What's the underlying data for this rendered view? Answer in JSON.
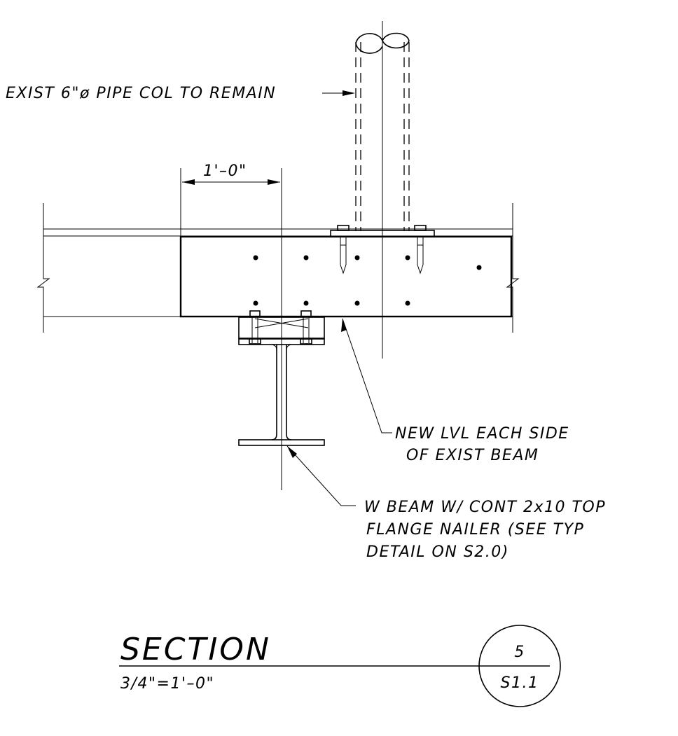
{
  "labels": {
    "pipe_column": "EXIST 6\"ø PIPE COL TO REMAIN",
    "dimension": "1'–0\"",
    "lvl_line1": "NEW LVL EACH SIDE",
    "lvl_line2": "OF EXIST BEAM",
    "wbeam_line1": "W BEAM W/ CONT 2x10 TOP",
    "wbeam_line2": "FLANGE NAILER (SEE TYP",
    "wbeam_line3": "DETAIL ON S2.0)"
  },
  "title_block": {
    "title": "SECTION",
    "scale": "3/4\"=1'–0\"",
    "detail_number": "5",
    "sheet_number": "S1.1"
  }
}
